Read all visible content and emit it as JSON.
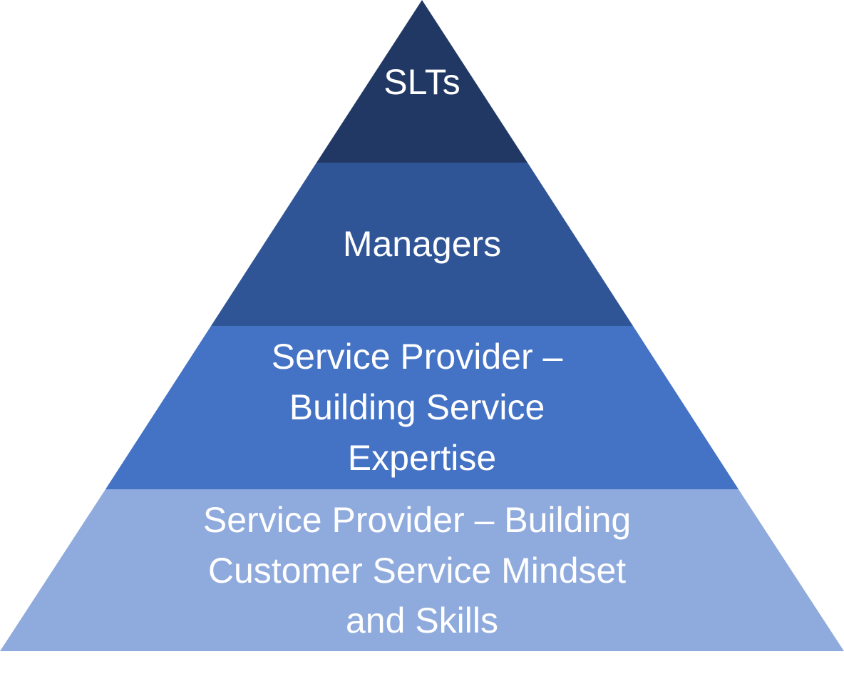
{
  "pyramid": {
    "tiers": [
      {
        "lines": [
          "SLTs"
        ],
        "color": "#213864"
      },
      {
        "lines": [
          "Managers"
        ],
        "color": "#2f5597"
      },
      {
        "lines": [
          "Service Provider –",
          "Building Service",
          "Expertise"
        ],
        "color": "#4472c4"
      },
      {
        "lines": [
          "Service Provider – Building",
          "Customer Service Mindset",
          "and Skills"
        ],
        "color": "#8faadc"
      }
    ]
  }
}
